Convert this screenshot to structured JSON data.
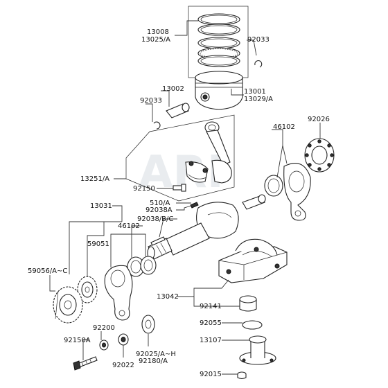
{
  "watermark": "ARI",
  "labels": {
    "l13008": "13008",
    "l13025": "13025/A",
    "l92033a": "92033",
    "l13002": "13002",
    "l13001": "13001",
    "l13029": "13029/A",
    "l92033b": "92033",
    "l46102a": "46102",
    "l92026": "92026",
    "l13251": "13251/A",
    "l92150": "92150",
    "l13031": "13031",
    "l510": "510/A",
    "l92038a": "92038A",
    "l92038bc": "92038/B/C",
    "l46102b": "46102",
    "l59051": "59051",
    "l59056": "59056/A~C",
    "l13042": "13042",
    "l92141": "92141",
    "l92055": "92055",
    "l13107": "13107",
    "l92015": "92015",
    "l92200": "92200",
    "l92150a": "92150A",
    "l92022": "92022",
    "l92025": "92025/A~H",
    "l92180": "92180/A"
  }
}
